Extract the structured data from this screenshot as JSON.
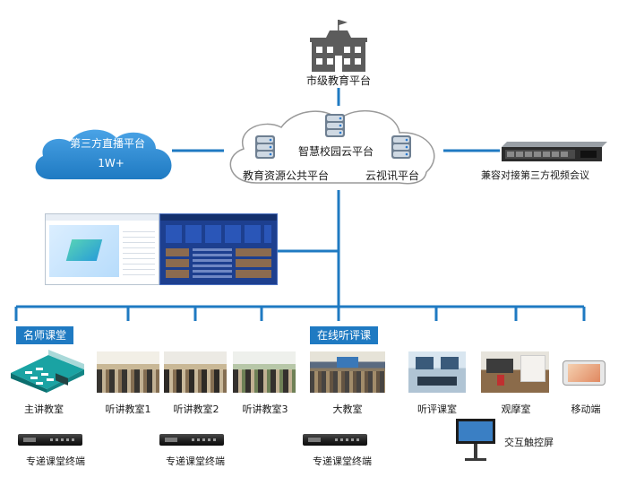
{
  "top": {
    "label": "市级教育平台"
  },
  "cloud_center": {
    "smart_campus": "智慧校园云平台",
    "resource_platform": "教育资源公共平台",
    "video_platform": "云视讯平台"
  },
  "cloud_left": {
    "title": "第三方直播平台",
    "subtitle": "1W+"
  },
  "right_server": {
    "label": "兼容对接第三方视频会议"
  },
  "badges": {
    "famous_teacher": "名师课堂",
    "online_eval": "在线听评课"
  },
  "rooms": [
    {
      "label": "主讲教室"
    },
    {
      "label": "听讲教室1"
    },
    {
      "label": "听讲教室2"
    },
    {
      "label": "听讲教室3"
    },
    {
      "label": "大教室"
    },
    {
      "label": "听评课室"
    },
    {
      "label": "观摩室"
    },
    {
      "label": "移动端"
    }
  ],
  "terminals": [
    {
      "label": "专递课堂终端"
    },
    {
      "label": "专递课堂终端"
    },
    {
      "label": "专递课堂终端"
    }
  ],
  "interactive_screen": {
    "label": "交互触控屏"
  },
  "colors": {
    "line": "#1f7ac2",
    "badge": "#1f7ac2",
    "cloud_fill": "#2b8ad6"
  }
}
